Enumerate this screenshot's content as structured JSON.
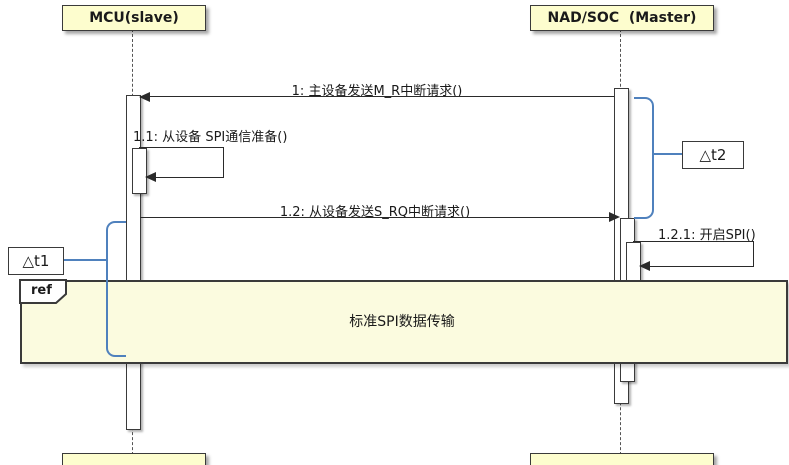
{
  "participants": {
    "left": {
      "label": "MCU(slave)"
    },
    "right": {
      "label": "NAD/SOC  (Master)"
    }
  },
  "messages": {
    "m1": "1: 主设备发送M_R中断请求()",
    "m1_1": "1.1: 从设备 SPI通信准备()",
    "m1_2": "1.2: 从设备发送S_RQ中断请求()",
    "m1_2_1": "1.2.1: 开启SPI()"
  },
  "annotations": {
    "t1": "△t1",
    "t2": "△t2"
  },
  "fragment": {
    "tag": "ref",
    "label": "标准SPI数据传输"
  },
  "colors": {
    "participant_fill": "#FDFDCE",
    "fragment_fill": "#FBFBDF",
    "bracket": "#4F81BD",
    "line": "#2A2A2A"
  }
}
